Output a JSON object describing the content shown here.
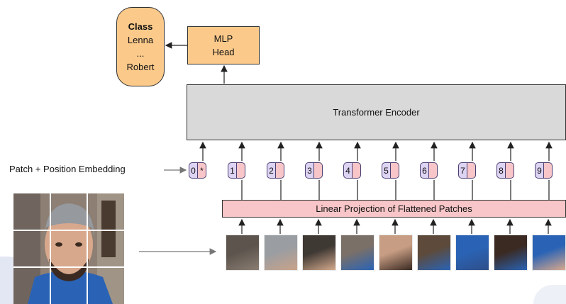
{
  "class_box": {
    "title": "Class",
    "line1": "Lenna",
    "line2": "...",
    "line3": "Robert"
  },
  "mlp_head": {
    "line1": "MLP",
    "line2": "Head"
  },
  "encoder": {
    "label": "Transformer Encoder"
  },
  "projection": {
    "label": "Linear Projection of Flattened Patches"
  },
  "embedding": {
    "label": "Patch + Position Embedding"
  },
  "tokens": [
    {
      "num": "0",
      "emb": "*"
    },
    {
      "num": "1",
      "emb": ""
    },
    {
      "num": "2",
      "emb": ""
    },
    {
      "num": "3",
      "emb": ""
    },
    {
      "num": "4",
      "emb": ""
    },
    {
      "num": "5",
      "emb": ""
    },
    {
      "num": "6",
      "emb": ""
    },
    {
      "num": "7",
      "emb": ""
    },
    {
      "num": "8",
      "emb": ""
    },
    {
      "num": "9",
      "emb": ""
    }
  ],
  "colors": {
    "orange_box": "#fbc98a",
    "encoder_gray": "#d9d9d9",
    "projection_pink": "#f8c6c8",
    "position_purple": "#ddd3f2"
  }
}
